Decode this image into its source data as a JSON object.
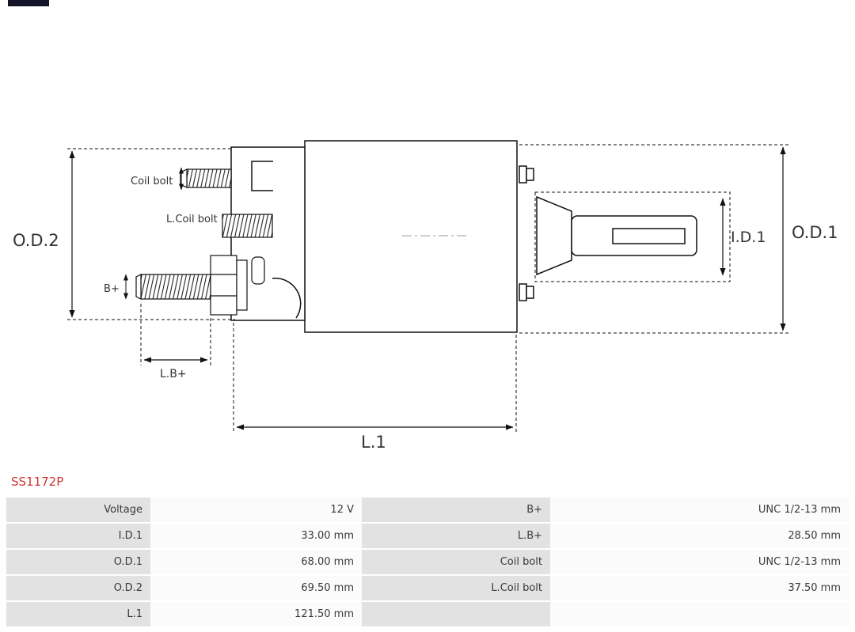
{
  "product": {
    "code": "SS1172P"
  },
  "colors": {
    "product_code": "#cc3333",
    "table_label_bg": "#e2e2e2",
    "table_value_bg": "#fbfbfb",
    "diagram_line": "#111111"
  },
  "diagram": {
    "labels": {
      "od2": "O.D.2",
      "od1": "O.D.1",
      "id1": "I.D.1",
      "coil_bolt": "Coil bolt",
      "l_coil_bolt": "L.Coil bolt",
      "b_plus": "B+",
      "l_b_plus": "L.B+",
      "l1": "L.1"
    }
  },
  "spec_table": {
    "rows": [
      {
        "c0": "Voltage",
        "c1": "12 V",
        "c2": "B+",
        "c3": "UNC 1/2-13 mm"
      },
      {
        "c0": "I.D.1",
        "c1": "33.00 mm",
        "c2": "L.B+",
        "c3": "28.50 mm"
      },
      {
        "c0": "O.D.1",
        "c1": "68.00 mm",
        "c2": "Coil bolt",
        "c3": "UNC 1/2-13 mm"
      },
      {
        "c0": "O.D.2",
        "c1": "69.50 mm",
        "c2": "L.Coil bolt",
        "c3": "37.50 mm"
      },
      {
        "c0": "L.1",
        "c1": "121.50 mm",
        "c2": "",
        "c3": ""
      }
    ]
  }
}
